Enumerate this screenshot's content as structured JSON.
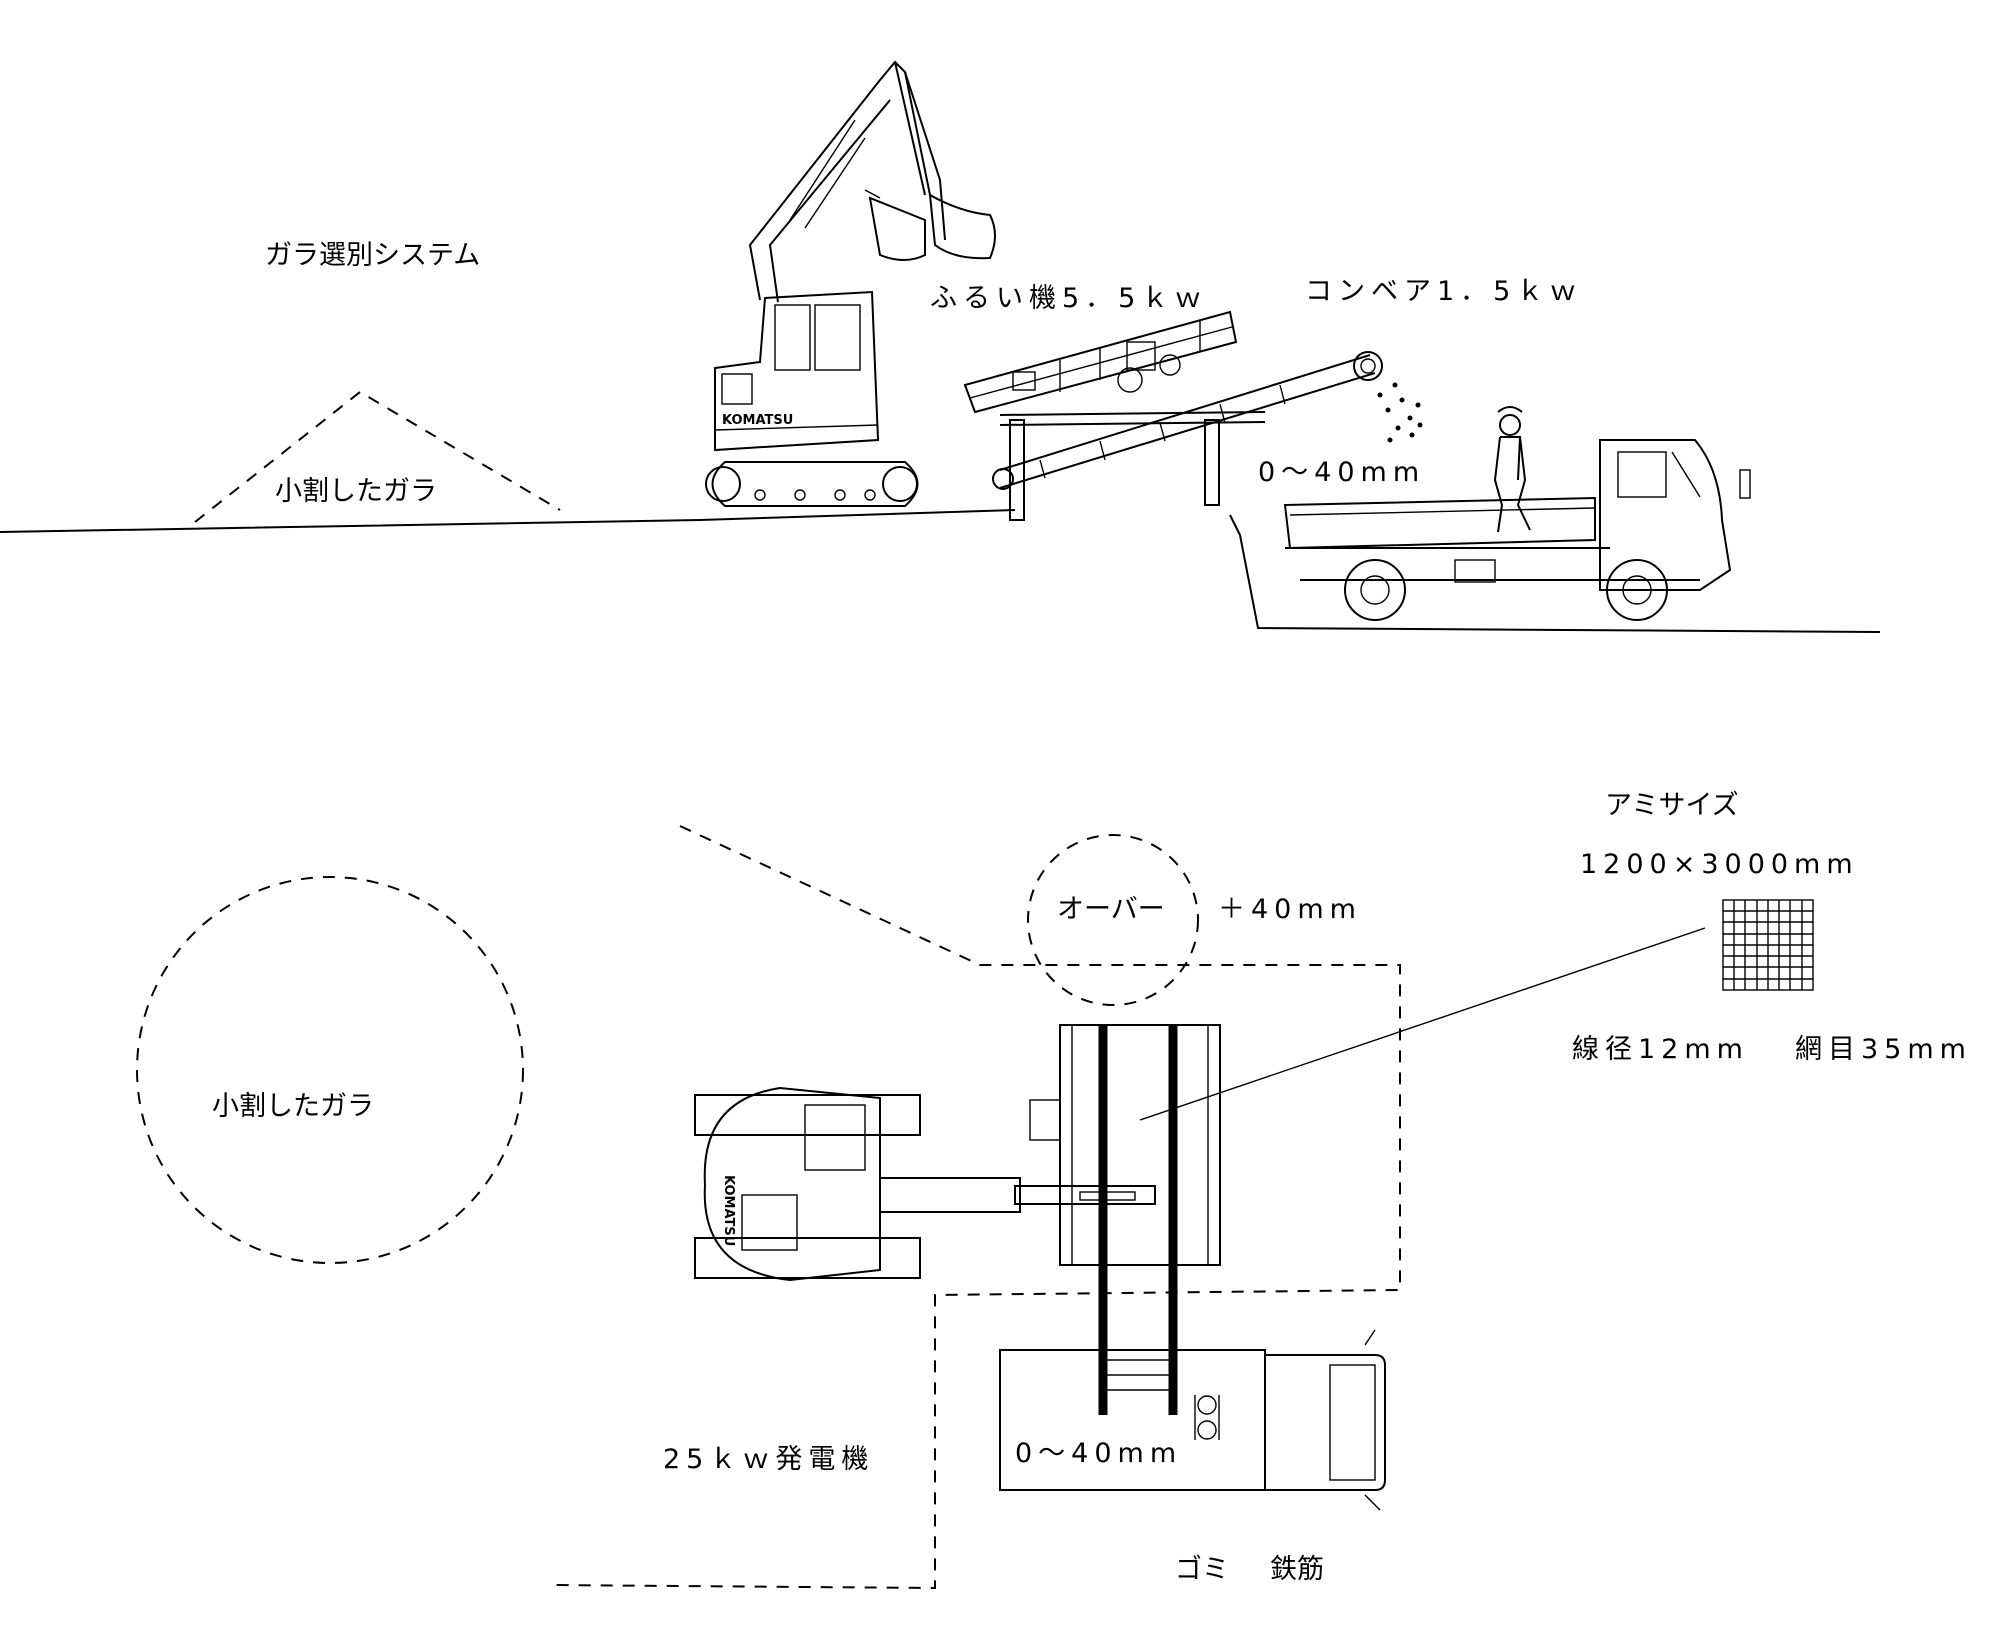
{
  "title": "ガラ選別システム",
  "side_view": {
    "pile_label": "小割したガラ",
    "screen_label": "ふるい機5．5ｋｗ",
    "conveyor_label": "コンベア1．5ｋｗ",
    "product_label": "0～40mm"
  },
  "plan_view": {
    "pile_label": "小割したガラ",
    "oversize_label": "オーバー",
    "oversize_size": "＋40mm",
    "mesh_title": "アミサイズ",
    "mesh_size": "1200×3000mm",
    "wire_spec": "線径12mm",
    "opening_spec": "網目35mm",
    "generator_label": "25ｋｗ発電機",
    "product_label": "0～40mm",
    "waste_label": "ゴミ",
    "rebar_label": "鉄筋"
  },
  "excavator_brand": "KOMATSU",
  "icons": {
    "excavator_side": "excavator-side-icon",
    "screen_machine": "vibrating-screen-icon",
    "conveyor": "belt-conveyor-icon",
    "truck_side": "dump-truck-side-icon",
    "worker": "worker-icon",
    "excavator_top": "excavator-top-icon",
    "truck_top": "dump-truck-top-icon",
    "mesh": "mesh-grid-icon"
  }
}
